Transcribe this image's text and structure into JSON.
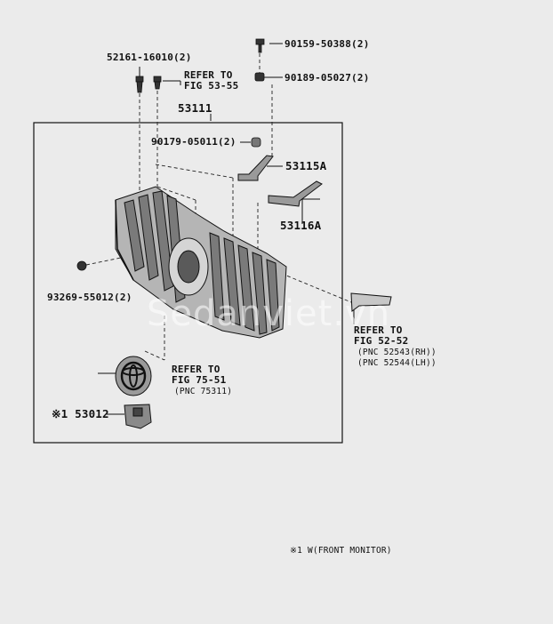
{
  "labels": {
    "p52161": "52161-16010(2)",
    "refer_53_l1": "REFER TO",
    "refer_53_l2": "FIG 53-55",
    "p90159": "90159-50388(2)",
    "p90189": "90189-05027(2)",
    "p53111": "53111",
    "p90179": "90179-05011(2)",
    "p53115A": "53115A",
    "p53116A": "53116A",
    "p93269": "93269-55012(2)",
    "refer_52_l1": "REFER TO",
    "refer_52_l2": "FIG 52-52",
    "refer_52_l3": "(PNC 52543(RH))",
    "refer_52_l4": "(PNC 52544(LH))",
    "refer_75_l1": "REFER TO",
    "refer_75_l2": "FIG 75-51",
    "refer_75_l3": "(PNC 75311)",
    "p53012": "※1 53012",
    "footnote": "※1 W(FRONT MONITOR)"
  },
  "watermark": "Sedanviet.vn",
  "colors": {
    "background": "#ebebeb",
    "line": "#111111",
    "part_fill": "#b5b5b5"
  }
}
